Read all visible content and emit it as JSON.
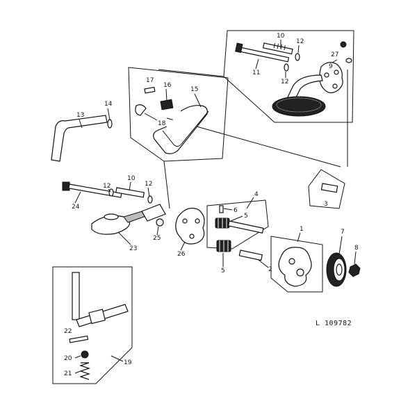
{
  "diagram": {
    "reference_number": "L 109782",
    "part_labels": [
      "1",
      "2",
      "3",
      "4",
      "5",
      "5",
      "6",
      "7",
      "8",
      "9",
      "10",
      "10",
      "11",
      "12",
      "12",
      "12",
      "12",
      "13",
      "14",
      "15",
      "16",
      "17",
      "18",
      "19",
      "20",
      "21",
      "22",
      "23",
      "24",
      "25",
      "26",
      "27"
    ]
  }
}
